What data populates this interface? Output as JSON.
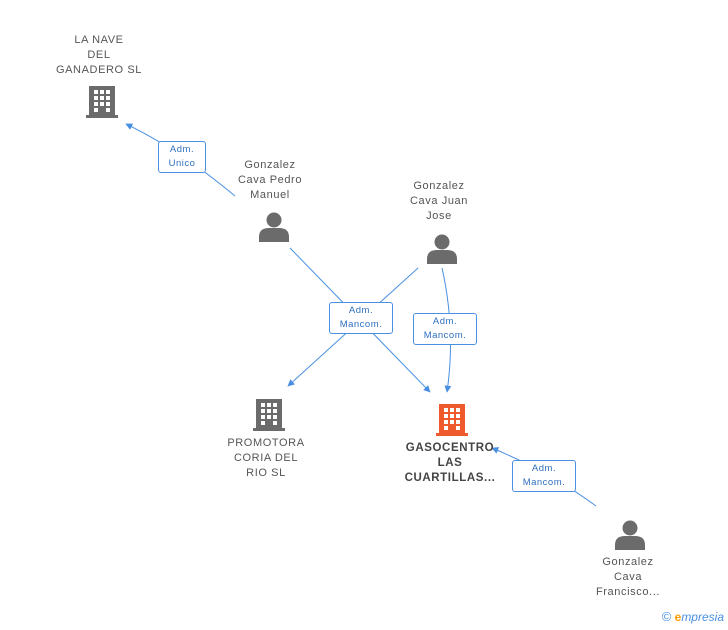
{
  "colors": {
    "edge": "#4a90e2",
    "company_icon": "#6b6b6b",
    "main_company_icon": "#ee5a2c",
    "person_icon": "#6b6b6b"
  },
  "nodes": {
    "la_nave": {
      "type": "company",
      "icon": "building-icon",
      "lines": [
        "LA NAVE",
        "DEL",
        "GANADERO SL"
      ]
    },
    "pedro_manuel": {
      "type": "person",
      "icon": "person-icon",
      "lines": [
        "Gonzalez",
        "Cava Pedro",
        "Manuel"
      ]
    },
    "juan_jose": {
      "type": "person",
      "icon": "person-icon",
      "lines": [
        "Gonzalez",
        "Cava Juan",
        "Jose"
      ]
    },
    "promotora": {
      "type": "company",
      "icon": "building-icon",
      "lines": [
        "PROMOTORA",
        "CORIA DEL",
        "RIO SL"
      ]
    },
    "gasocentro": {
      "type": "company-main",
      "icon": "building-icon",
      "lines": [
        "GASOCENTRO",
        "LAS",
        "CUARTILLAS..."
      ]
    },
    "francisco": {
      "type": "person",
      "icon": "person-icon",
      "lines": [
        "Gonzalez",
        "Cava",
        "Francisco..."
      ]
    }
  },
  "edges": [
    {
      "id": "pedro-to-lanave",
      "lines": [
        "Adm.",
        "Unico"
      ]
    },
    {
      "id": "pedro-juan-mancom",
      "lines": [
        "Adm.",
        "Mancom."
      ]
    },
    {
      "id": "juan-to-gasocentro",
      "lines": [
        "Adm.",
        "Mancom."
      ]
    },
    {
      "id": "francisco-to-gasocentro",
      "lines": [
        "Adm.",
        "Mancom."
      ]
    }
  ],
  "footer": {
    "copyright": "©",
    "brand_first": "e",
    "brand_rest": "mpresia"
  }
}
